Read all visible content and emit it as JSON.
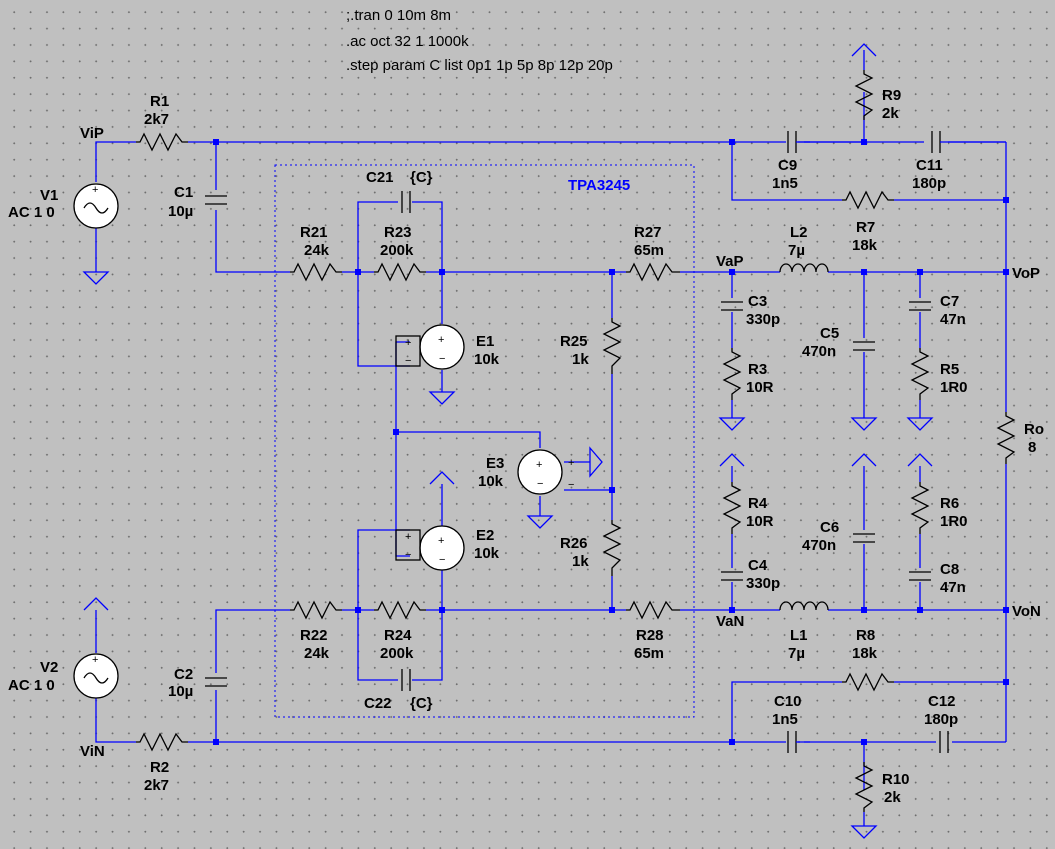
{
  "directives": [
    ";.tran 0 10m 8m",
    ".ac oct 32 1 1000k",
    ".step param C list 0p1 1p 5p 8p 12p 20p"
  ],
  "block_title": "TPA3245",
  "nets": {
    "vip": "ViP",
    "vin": "ViN",
    "vap": "VaP",
    "van": "VaN",
    "vop": "VoP",
    "von": "VoN"
  },
  "sources": {
    "V1": {
      "name": "V1",
      "value": "AC 1 0"
    },
    "V2": {
      "name": "V2",
      "value": "AC 1 0"
    }
  },
  "components": {
    "R1": {
      "name": "R1",
      "value": "2k7"
    },
    "R2": {
      "name": "R2",
      "value": "2k7"
    },
    "C1": {
      "name": "C1",
      "value": "10µ"
    },
    "C2": {
      "name": "C2",
      "value": "10µ"
    },
    "R21": {
      "name": "R21",
      "value": "24k"
    },
    "R22": {
      "name": "R22",
      "value": "24k"
    },
    "R23": {
      "name": "R23",
      "value": "200k"
    },
    "R24": {
      "name": "R24",
      "value": "200k"
    },
    "C21": {
      "name": "C21",
      "value": "{C}"
    },
    "C22": {
      "name": "C22",
      "value": "{C}"
    },
    "E1": {
      "name": "E1",
      "value": "10k"
    },
    "E2": {
      "name": "E2",
      "value": "10k"
    },
    "E3": {
      "name": "E3",
      "value": "10k"
    },
    "R25": {
      "name": "R25",
      "value": "1k"
    },
    "R26": {
      "name": "R26",
      "value": "1k"
    },
    "R27": {
      "name": "R27",
      "value": "65m"
    },
    "R28": {
      "name": "R28",
      "value": "65m"
    },
    "L1": {
      "name": "L1",
      "value": "7µ"
    },
    "L2": {
      "name": "L2",
      "value": "7µ"
    },
    "C3": {
      "name": "C3",
      "value": "330p"
    },
    "C4": {
      "name": "C4",
      "value": "330p"
    },
    "R3": {
      "name": "R3",
      "value": "10R"
    },
    "R4": {
      "name": "R4",
      "value": "10R"
    },
    "C5": {
      "name": "C5",
      "value": "470n"
    },
    "C6": {
      "name": "C6",
      "value": "470n"
    },
    "C7": {
      "name": "C7",
      "value": "47n"
    },
    "C8": {
      "name": "C8",
      "value": "47n"
    },
    "R5": {
      "name": "R5",
      "value": "1R0"
    },
    "R6": {
      "name": "R6",
      "value": "1R0"
    },
    "R7": {
      "name": "R7",
      "value": "18k"
    },
    "R8": {
      "name": "R8",
      "value": "18k"
    },
    "C9": {
      "name": "C9",
      "value": "1n5"
    },
    "C10": {
      "name": "C10",
      "value": "1n5"
    },
    "C11": {
      "name": "C11",
      "value": "180p"
    },
    "C12": {
      "name": "C12",
      "value": "180p"
    },
    "R9": {
      "name": "R9",
      "value": "2k"
    },
    "R10": {
      "name": "R10",
      "value": "2k"
    },
    "Ro": {
      "name": "Ro",
      "value": "8"
    }
  }
}
